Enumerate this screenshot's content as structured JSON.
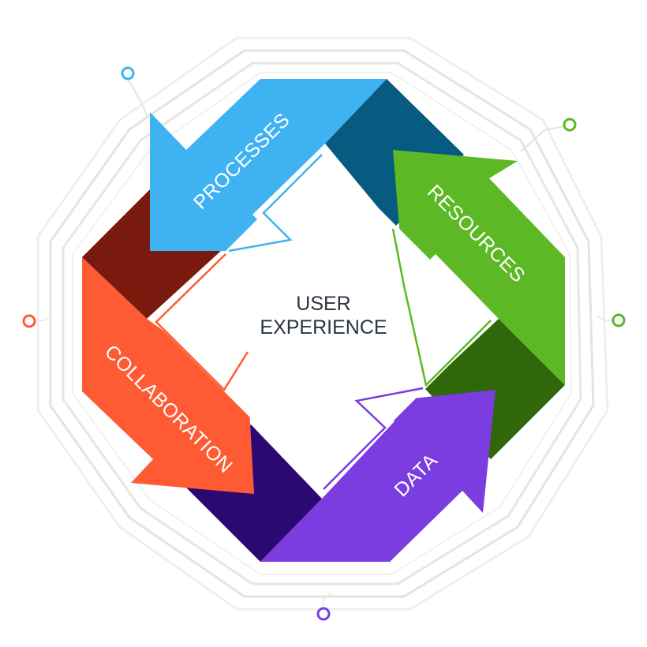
{
  "center": {
    "line1": "USER",
    "line2": "EXPERIENCE"
  },
  "segments": [
    {
      "label": "PROCESSES",
      "color": "#3fb2f2",
      "shade": "#7a1a0e"
    },
    {
      "label": "RESOURCES",
      "color": "#5cb825",
      "shade": "#075a80"
    },
    {
      "label": "DATA",
      "color": "#7b3ddf",
      "shade": "#2f680a"
    },
    {
      "label": "COLLABORATION",
      "color": "#fe5b35",
      "shade": "#2c0873"
    }
  ],
  "colors": {
    "outline_gray": "#e2e2e2",
    "outline_light": "#eeeeee",
    "center_text": "#2a3342",
    "background": "#ffffff"
  }
}
